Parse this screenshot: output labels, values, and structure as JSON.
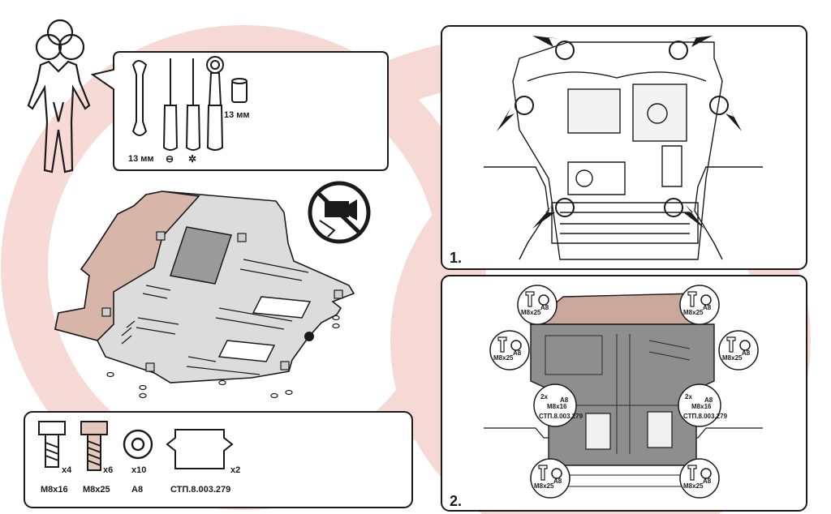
{
  "tools": {
    "wrench_size": "13 мм",
    "socket_size": "13 мм",
    "flat_screwdriver_symbol": "⊖",
    "star_screwdriver_symbol": "✲"
  },
  "parts": [
    {
      "name": "M8x16",
      "qty": "x4",
      "icon": "bolt-short"
    },
    {
      "name": "M8x25",
      "qty": "x6",
      "icon": "bolt-long"
    },
    {
      "name": "A8",
      "qty": "x10",
      "icon": "washer"
    },
    {
      "name": "СТП.8.003.279",
      "qty": "x2",
      "icon": "plate"
    }
  ],
  "steps": [
    {
      "number": "1."
    },
    {
      "number": "2."
    }
  ],
  "step2_callouts": {
    "bolt_label": "M8x25",
    "washer_label": "A8",
    "combo_qty": "2x",
    "combo_bolt": "M8x16",
    "combo_washer": "A8",
    "combo_plate": "СТП.8.003.279"
  },
  "watermark_color": "#f3c9c4",
  "accent_fill": "#d6b7ab"
}
